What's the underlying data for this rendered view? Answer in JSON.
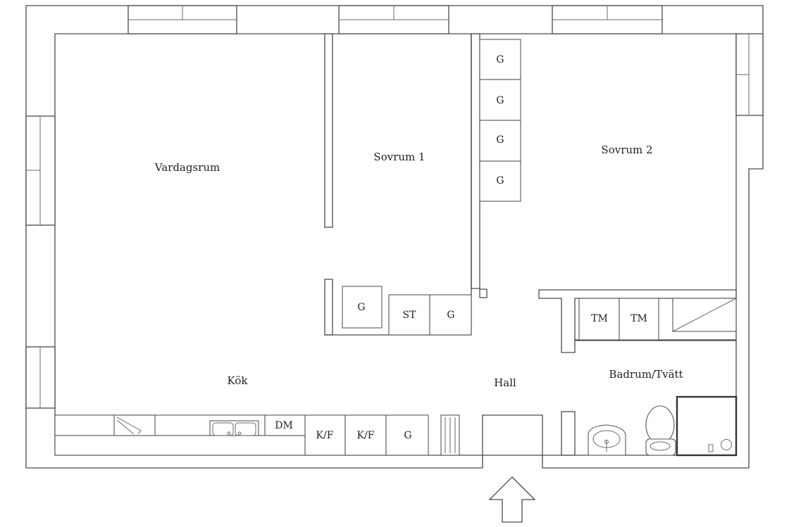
{
  "rooms": {
    "living": "Vardagsrum",
    "bedroom1": "Sovrum 1",
    "bedroom2": "Sovrum 2",
    "kitchen": "Kök",
    "hall": "Hall",
    "bathroom": "Badrum/Tvätt"
  },
  "fixtures": {
    "wardrobe": "G",
    "closet": "ST",
    "washer": "TM",
    "dishwasher": "DM",
    "fridge_freezer": "K/F"
  }
}
